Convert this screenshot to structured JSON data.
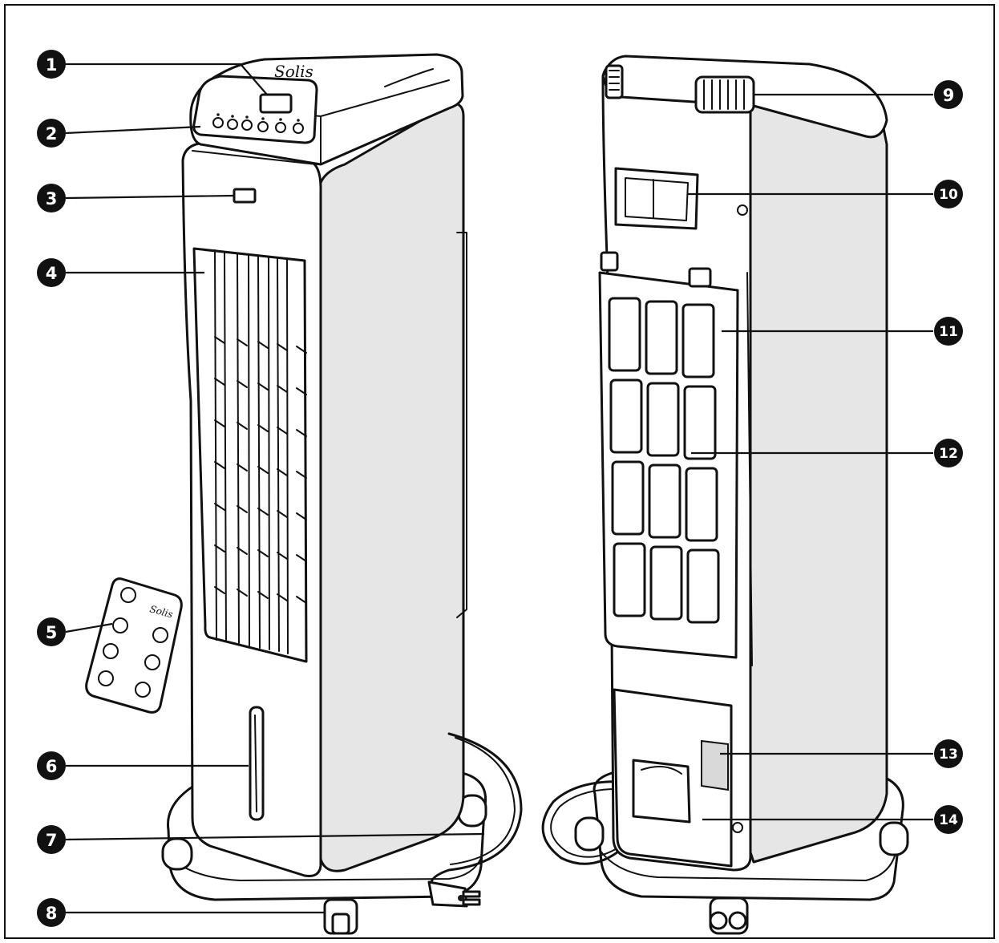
{
  "brand": "Solis",
  "callouts": [
    {
      "number": "1"
    },
    {
      "number": "2"
    },
    {
      "number": "3"
    },
    {
      "number": "4"
    },
    {
      "number": "5"
    },
    {
      "number": "6"
    },
    {
      "number": "7"
    },
    {
      "number": "8"
    },
    {
      "number": "9"
    },
    {
      "number": "10"
    },
    {
      "number": "11"
    },
    {
      "number": "12"
    },
    {
      "number": "13"
    },
    {
      "number": "14"
    }
  ]
}
